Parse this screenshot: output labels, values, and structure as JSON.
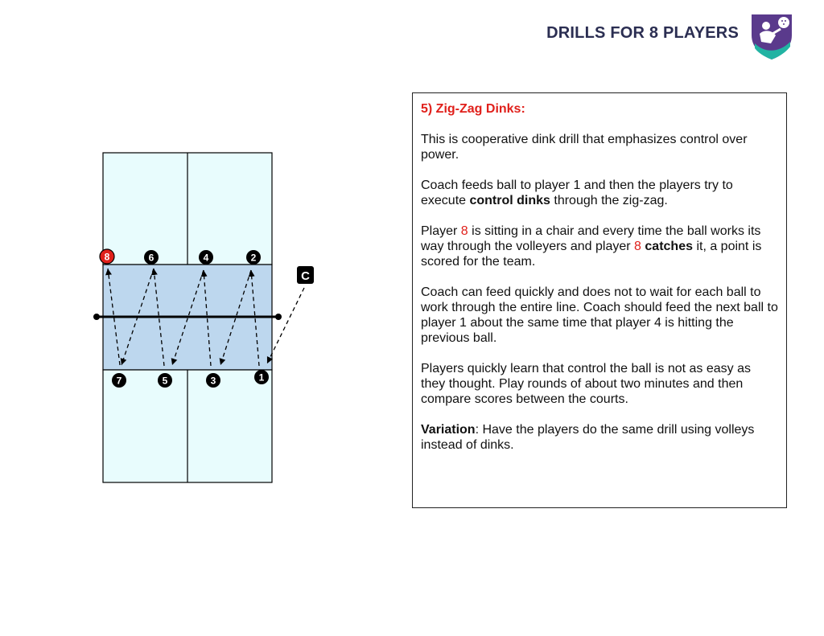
{
  "header": {
    "title": "DRILLS FOR 8 PLAYERS",
    "colors": {
      "navy": "#2b2e52",
      "purple": "#5a3a8c",
      "teal": "#22b3a3"
    }
  },
  "diagram": {
    "court_colors": {
      "backcourt": "#e8fcfd",
      "kitchen": "#bdd7ee",
      "line": "#000000",
      "highlight": "#e0201b"
    },
    "players_top": [
      "8",
      "6",
      "4",
      "2"
    ],
    "players_bottom": [
      "7",
      "5",
      "3",
      "1"
    ],
    "highlighted_player": "8",
    "coach_label": "C"
  },
  "description": {
    "title": "5) Zig-Zag Dinks:",
    "p1": "This is cooperative dink drill that emphasizes control over power.",
    "p2a": "Coach feeds ball to player 1 and then the players try to execute ",
    "p2b": "control dinks",
    "p2c": " through the zig-zag.",
    "p3a": "Player ",
    "p3b": "8",
    "p3c": " is sitting in a chair and every time the ball works its way through the volleyers and player ",
    "p3d": "8",
    "p3e": " ",
    "p3f": "catches",
    "p3g": " it, a point is scored for the team.",
    "p4": "Coach can feed quickly and does not to wait for each ball to work through the entire line. Coach should feed the next ball to player 1 about the same time that player 4 is hitting the previous ball.",
    "p5": "Players quickly learn that control the ball is not as easy as they thought. Play rounds of about two minutes and then compare scores between the courts.",
    "p6a": "Variation",
    "p6b": ": Have the players do the same drill using volleys instead of dinks."
  }
}
